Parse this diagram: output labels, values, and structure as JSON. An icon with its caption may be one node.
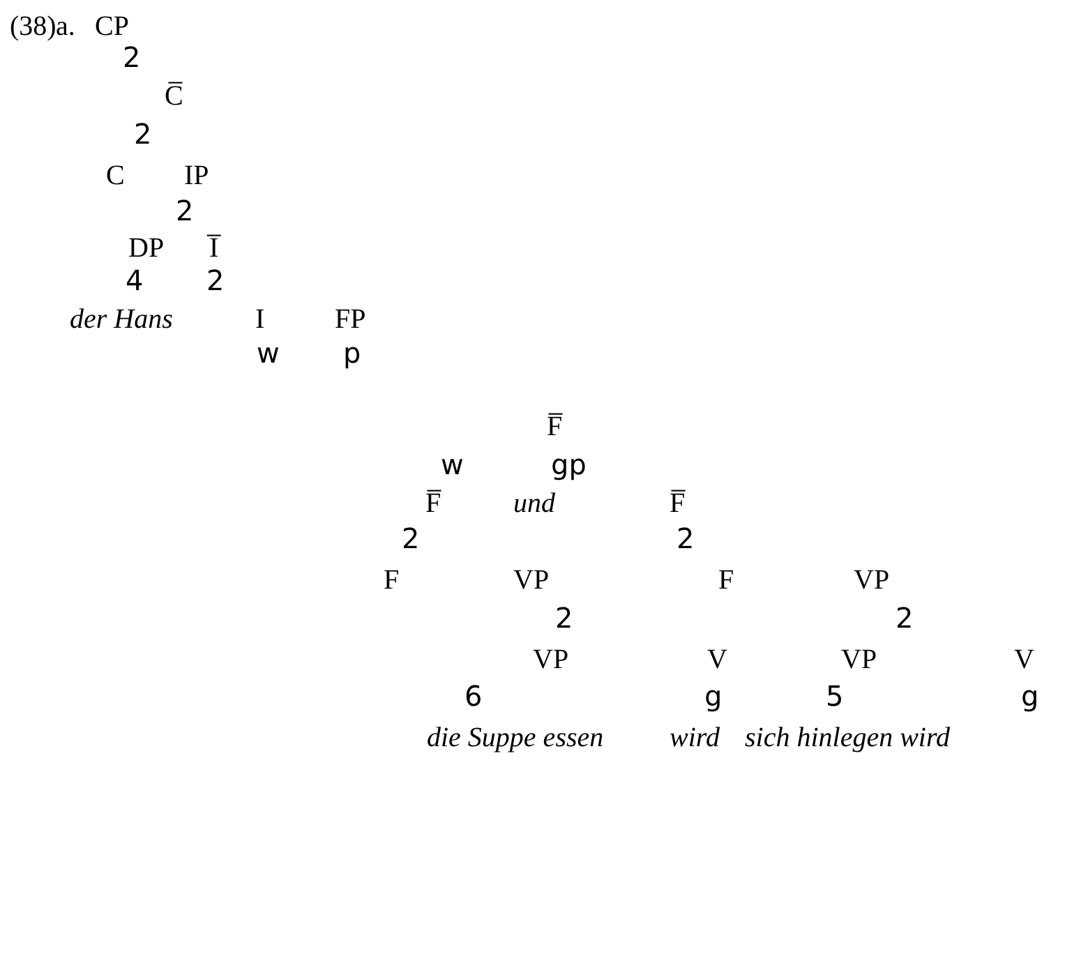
{
  "diagram": {
    "labels": [
      "(38)",
      "a.",
      "CP",
      "2",
      "C̅",
      "2",
      "C",
      "IP",
      "2",
      "DP",
      "I̅",
      "4",
      "2",
      "der Hans",
      "I",
      "FP",
      "w",
      "p",
      "F̅",
      "w",
      "gp",
      "F̅",
      "und",
      "F̅",
      "2",
      "2",
      "F",
      "VP",
      "F",
      "VP",
      "2",
      "2",
      "VP",
      "V",
      "VP",
      "V",
      "6",
      "g",
      "5",
      "g",
      "die Suppe essen",
      "wird",
      "sich hinlegen wird"
    ]
  }
}
